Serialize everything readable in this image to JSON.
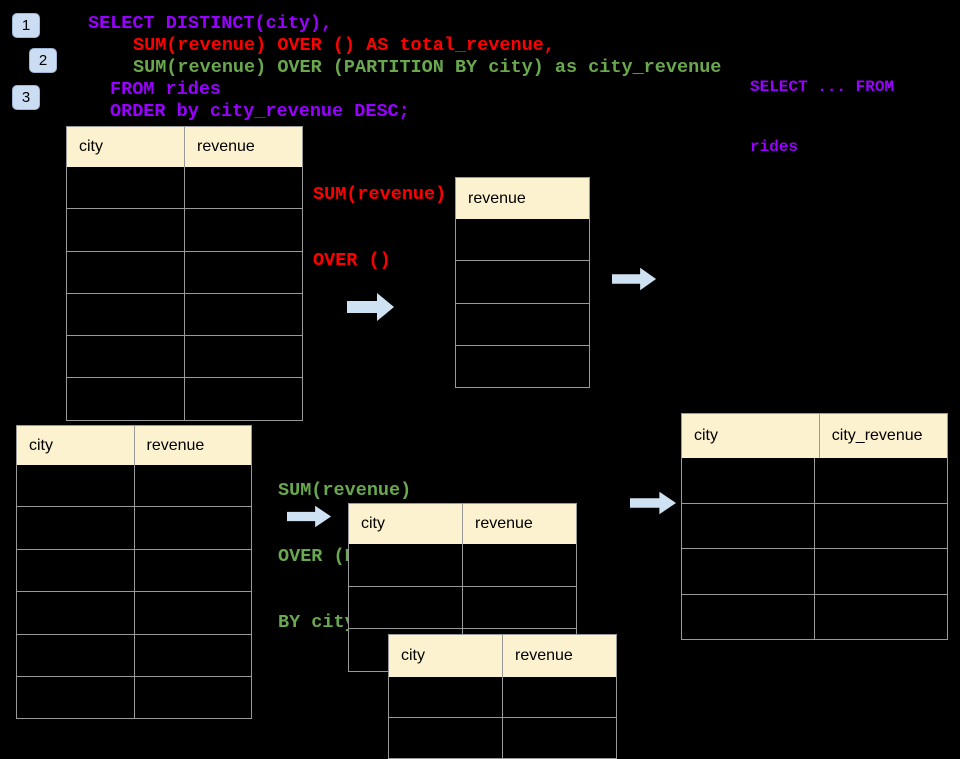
{
  "colors": {
    "background": "#000000",
    "code_purple": "#9900FF",
    "code_red": "#FF0000",
    "code_green": "#6AA84F",
    "table_header_fill": "#FCF2CF",
    "grid_line": "#999999",
    "arrow_fill": "#CFE2F3",
    "badge_fill": "#CBDDF2"
  },
  "badges": {
    "step1": "1",
    "step2": "2",
    "step3": "3"
  },
  "sql": {
    "line1": "SELECT DISTINCT(city),",
    "line2": "SUM(revenue) OVER () AS total_revenue,",
    "line3": "SUM(revenue) OVER (PARTITION BY city) as city_revenue",
    "line4": "FROM rides",
    "line5": "ORDER by city_revenue DESC;"
  },
  "side_note": {
    "line1": "SELECT ... FROM",
    "line2": "rides"
  },
  "annotations": {
    "total": {
      "line1": "SUM(revenue)",
      "line2": "OVER ()"
    },
    "partition": {
      "line1": "SUM(revenue)",
      "line2": "OVER (PARTITION",
      "line3": "BY city)"
    }
  },
  "tables": {
    "source_rides_top": {
      "headers": [
        "city",
        "revenue"
      ],
      "empty_rows": 6
    },
    "total_revenue_result": {
      "headers": [
        "revenue"
      ],
      "empty_rows": 4
    },
    "source_rides_bottom": {
      "headers": [
        "city",
        "revenue"
      ],
      "empty_rows": 6
    },
    "partition_table_a": {
      "headers": [
        "city",
        "revenue"
      ],
      "empty_rows": 3
    },
    "partition_table_b": {
      "headers": [
        "city",
        "revenue"
      ],
      "empty_rows": 2
    },
    "city_revenue_result": {
      "headers": [
        "city",
        "city_revenue"
      ],
      "empty_rows": 4
    }
  }
}
